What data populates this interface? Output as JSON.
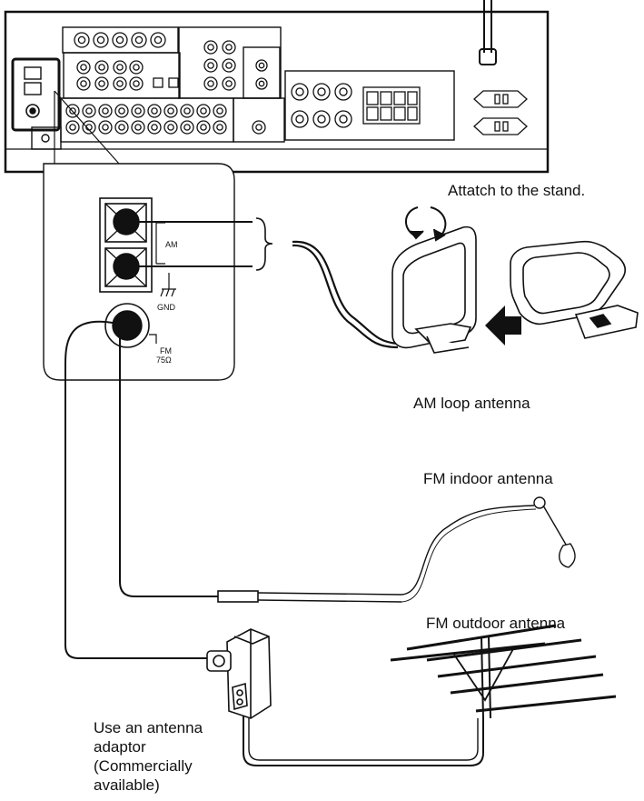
{
  "labels": {
    "attach_stand": "Attatch to the stand.",
    "am_loop": "AM loop antenna",
    "fm_indoor": "FM indoor antenna",
    "fm_outdoor": "FM outdoor antenna",
    "adaptor_lines": [
      "Use an antenna",
      "adaptor",
      "(Commercially",
      "available)"
    ]
  },
  "terminals": {
    "am": "AM",
    "gnd": "GND",
    "fm_line1": "FM",
    "fm_line2": "75Ω"
  }
}
